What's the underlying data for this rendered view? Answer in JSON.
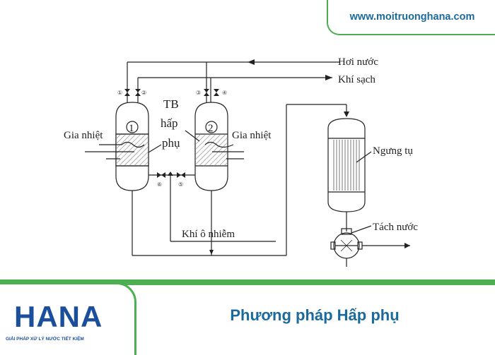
{
  "header": {
    "url": "www.moitruonghana.com"
  },
  "diagram": {
    "labels": {
      "steam": "Hơi nước",
      "clean_gas": "Khí sạch",
      "tb": "TB",
      "hap": "hấp",
      "phu": "phụ",
      "heating_left": "Gia nhiệt",
      "heating_right": "Gia nhiệt",
      "condenser": "Ngưng tụ",
      "water_separation": "Tách nước",
      "polluted_gas": "Khí ô nhiễm"
    },
    "numbers": {
      "col1": "1",
      "col2": "2",
      "v1": "①",
      "v2": "②",
      "v3": "③",
      "v4": "④",
      "v5": "⑤",
      "v6": "⑥"
    }
  },
  "footer": {
    "logo": "HANA",
    "tagline": "GIẢI PHÁP XỬ LÝ NƯỚC TIẾT KIỆM",
    "title": "Phương pháp Hấp phụ"
  }
}
